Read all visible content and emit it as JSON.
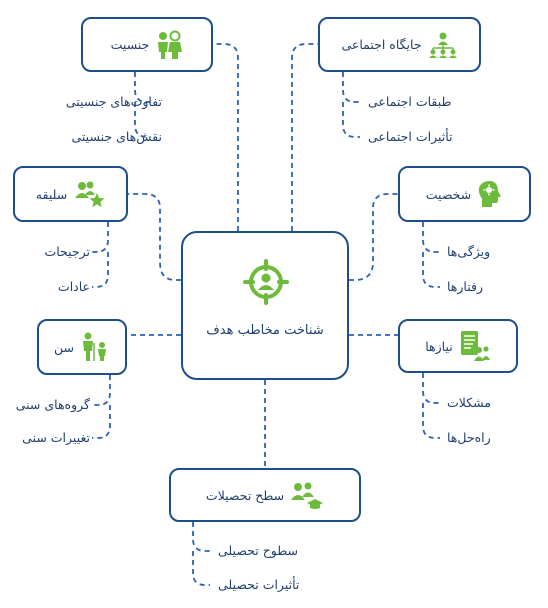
{
  "center": {
    "label": "شناخت مخاطب هدف",
    "icon": "target-person-icon"
  },
  "branches": [
    {
      "id": "gender",
      "label": "جنسیت",
      "icon": "gender-pair-icon",
      "items": [
        "تفاوت‌های جنسیتی",
        "نقش‌های جنسیتی"
      ]
    },
    {
      "id": "social",
      "label": "جایگاه اجتماعی",
      "icon": "social-hierarchy-icon",
      "items": [
        "طبقات اجتماعی",
        "تأثیرات اجتماعی"
      ]
    },
    {
      "id": "taste",
      "label": "سلیقه",
      "icon": "people-star-icon",
      "items": [
        "ترجیحات",
        "عادات"
      ]
    },
    {
      "id": "personality",
      "label": "شخصیت",
      "icon": "head-profile-icon",
      "items": [
        "ویژگی‌ها",
        "رفتارها"
      ]
    },
    {
      "id": "age",
      "label": "سن",
      "icon": "age-family-icon",
      "items": [
        "گروه‌های سنی",
        "تغییرات سنی"
      ]
    },
    {
      "id": "needs",
      "label": "نیازها",
      "icon": "needs-document-icon",
      "items": [
        "مشکلات",
        "راه‌حل‌ها"
      ]
    },
    {
      "id": "education",
      "label": "سطح تحصیلات",
      "icon": "graduation-group-icon",
      "items": [
        "سطوح تحصیلی",
        "تأثیرات تحصیلی"
      ]
    }
  ],
  "colors": {
    "primary": "#1f4e8c",
    "icon": "#6dbb3b",
    "text": "#1f3f6e",
    "background": "#ffffff"
  }
}
